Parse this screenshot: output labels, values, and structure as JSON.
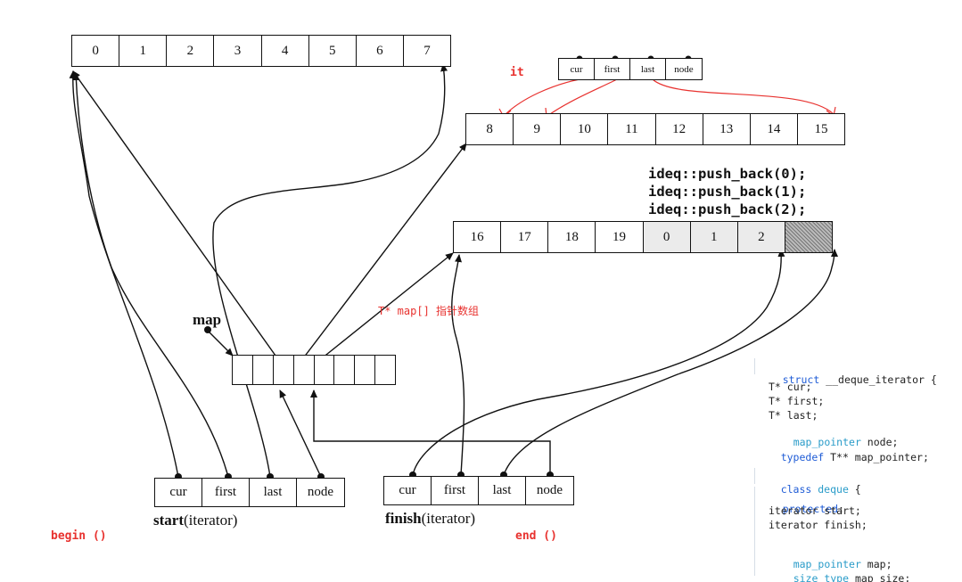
{
  "buffer_top": [
    "0",
    "1",
    "2",
    "3",
    "4",
    "5",
    "6",
    "7"
  ],
  "buffer_mid": [
    "8",
    "9",
    "10",
    "11",
    "12",
    "13",
    "14",
    "15"
  ],
  "buffer_bottom": [
    "16",
    "17",
    "18",
    "19",
    "0",
    "1",
    "2",
    ""
  ],
  "it_fields": [
    "cur",
    "first",
    "last",
    "node"
  ],
  "it_label": "it",
  "start_fields": [
    "cur",
    "first",
    "last",
    "node"
  ],
  "start_name": "start",
  "start_suffix": "(iterator)",
  "finish_fields": [
    "cur",
    "first",
    "last",
    "node"
  ],
  "finish_name": "finish",
  "finish_suffix": "(iterator)",
  "map_label": "map",
  "map_annotation": "T* map[] 指针数组",
  "begin_label": "begin ()",
  "end_label": "end ()",
  "push_back_lines": [
    "ideq::push_back(0);",
    "ideq::push_back(1);",
    "ideq::push_back(2);"
  ],
  "code": {
    "struct_line_kw": "struct",
    "struct_line_rest": " __deque_iterator {",
    "field_cur": "T* cur;",
    "field_first": "T* first;",
    "field_last": "T* last;",
    "field_node_type": "map_pointer",
    "field_node_rest": " node;",
    "typedef_kw": "typedef",
    "typedef_rest": " T** map_pointer;",
    "class_kw": "class",
    "class_name": " deque",
    "class_rest": " {",
    "protected_kw": "protected",
    "protected_colon": ":",
    "member_start": "iterator start;",
    "member_finish": "iterator finish;",
    "member_map_type": "map_pointer",
    "member_map_rest": " map;",
    "member_size_type": "size_type",
    "member_size_rest": " map_size;"
  },
  "colors": {
    "ink": "#111111",
    "red": "#e8322f",
    "keyword_blue": "#1f5cd6",
    "type_teal": "#2a9cc9"
  }
}
